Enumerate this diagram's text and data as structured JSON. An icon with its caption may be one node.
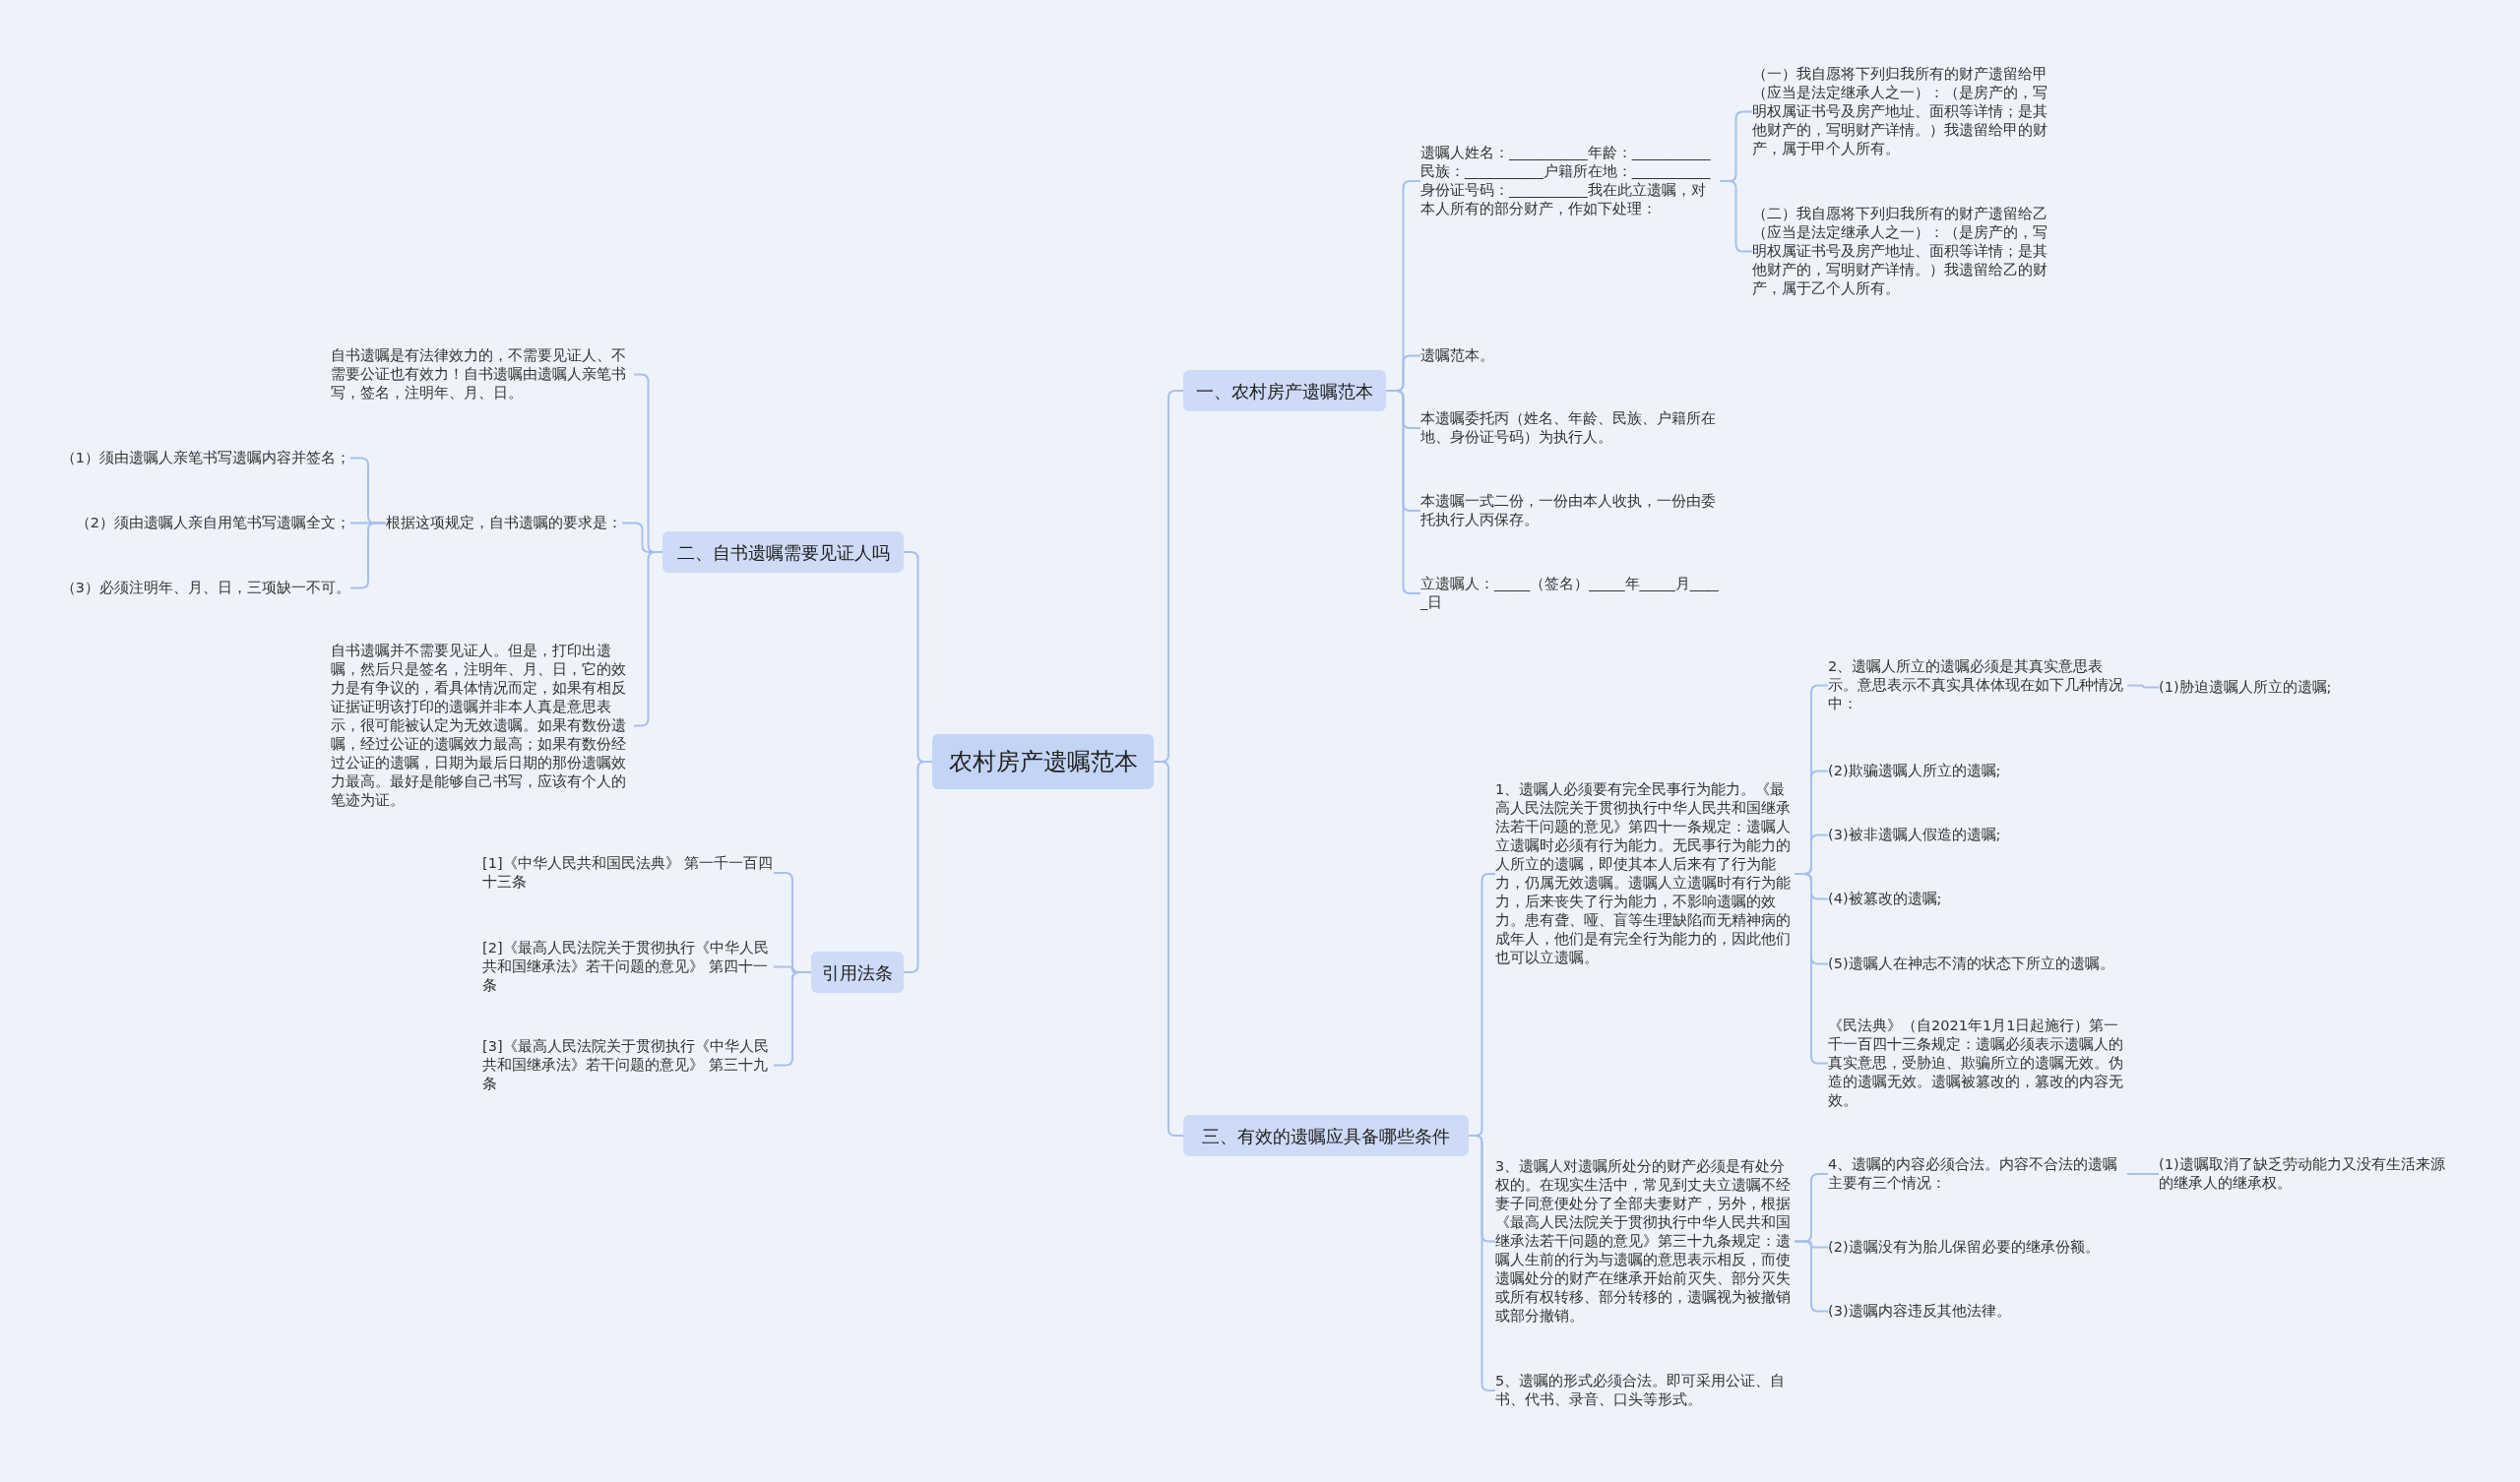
{
  "diagram": {
    "nodes": [
      {
        "text": [
          "农村房产遗嘱范本"
        ]
      },
      {
        "text": [
          "一、农村房产遗嘱范本"
        ]
      },
      {
        "text": [
          "遗嘱人姓名：___________年龄：___________民族：___________户籍所在地：___________身份证号码：___________我在此立遗嘱，对本人所有的部分财产，作如下处理："
        ]
      },
      {
        "text": [
          "（一）我自愿将下列归我所有的财产遗留给甲（应当是法定继承人之一）：（是房产的，写明权属证书号及房产地址、面积等详情；是其他财产的，写明财产详情。）我遗留给甲的财产，属于甲个人所有。"
        ]
      },
      {
        "text": [
          "（二）我自愿将下列归我所有的财产遗留给乙（应当是法定继承人之一）：（是房产的，写明权属证书号及房产地址、面积等详情；是其他财产的，写明财产详情。）我遗留给乙的财产，属于乙个人所有。"
        ]
      },
      {
        "text": [
          "遗嘱范本。"
        ]
      },
      {
        "text": [
          "本遗嘱委托丙（姓名、年龄、民族、户籍所在地、身份证号码）为执行人。"
        ]
      },
      {
        "text": [
          "本遗嘱一式二份，一份由本人收执，一份由委托执行人丙保存。"
        ]
      },
      {
        "text": [
          "立遗嘱人：_____（签名）_____年_____月_____日"
        ]
      },
      {
        "text": [
          "二、自书遗嘱需要见证人吗"
        ]
      },
      {
        "text": [
          "自书遗嘱是有法律效力的，不需要见证人、不需要公证也有效力！自书遗嘱由遗嘱人亲笔书写，签名，注明年、月、日。"
        ]
      },
      {
        "text": [
          "根据这项规定，自书遗嘱的要求是："
        ]
      },
      {
        "text": [
          "（1）须由遗嘱人亲笔书写遗嘱内容并签名；"
        ]
      },
      {
        "text": [
          "（2）须由遗嘱人亲自用笔书写遗嘱全文；"
        ]
      },
      {
        "text": [
          "（3）必须注明年、月、日，三项缺一不可。"
        ]
      },
      {
        "text": [
          "自书遗嘱并不需要见证人。但是，打印出遗嘱，然后只是签名，注明年、月、日，它的效力是有争议的，看具体情况而定，如果有相反证据证明该打印的遗嘱并非本人真是意思表示，很可能被认定为无效遗嘱。如果有数份遗嘱，经过公证的遗嘱效力最高；如果有数份经过公证的遗嘱，日期为最后日期的那份遗嘱效力最高。最好是能够自己书写，应该有个人的笔迹为证。"
        ]
      },
      {
        "text": [
          "引用法条"
        ]
      },
      {
        "text": [
          "[1]《中华人民共和国民法典》 第一千一百四十三条"
        ]
      },
      {
        "text": [
          "[2]《最高人民法院关于贯彻执行《中华人民共和国继承法》若干问题的意见》 第四十一条"
        ]
      },
      {
        "text": [
          "[3]《最高人民法院关于贯彻执行《中华人民共和国继承法》若干问题的意见》 第三十九条"
        ]
      },
      {
        "text": [
          "三、有效的遗嘱应具备哪些条件"
        ]
      },
      {
        "text": [
          "1、遗嘱人必须要有完全民事行为能力。《最高人民法院关于贯彻执行中华人民共和国继承法若干问题的意见》第四十一条规定：遗嘱人立遗嘱时必须有行为能力。无民事行为能力的人所立的遗嘱，即使其本人后来有了行为能力，仍属无效遗嘱。遗嘱人立遗嘱时有行为能力，后来丧失了行为能力，不影响遗嘱的效力。患有聋、哑、盲等生理缺陷而无精神病的成年人，他们是有完全行为能力的，因此他们也可以立遗嘱。"
        ]
      },
      {
        "text": [
          "2、遗嘱人所立的遗嘱必须是其真实意思表示。意思表示不真实具体体现在如下几种情况中："
        ]
      },
      {
        "text": [
          "(1)胁迫遗嘱人所立的遗嘱;"
        ]
      },
      {
        "text": [
          "(2)欺骗遗嘱人所立的遗嘱;"
        ]
      },
      {
        "text": [
          "(3)被非遗嘱人假造的遗嘱;"
        ]
      },
      {
        "text": [
          "(4)被篡改的遗嘱;"
        ]
      },
      {
        "text": [
          "(5)遗嘱人在神志不清的状态下所立的遗嘱。"
        ]
      },
      {
        "text": [
          "《民法典》（自2021年1月1日起施行）第一千一百四十三条规定：遗嘱必须表示遗嘱人的真实意思，受胁迫、欺骗所立的遗嘱无效。伪造的遗嘱无效。遗嘱被篡改的，篡改的内容无效。"
        ]
      },
      {
        "text": [
          "3、遗嘱人对遗嘱所处分的财产必须是有处分权的。在现实生活中，常见到丈夫立遗嘱不经妻子同意便处分了全部夫妻财产，另外，根据《最高人民法院关于贯彻执行中华人民共和国继承法若干问题的意见》第三十九条规定：遗嘱人生前的行为与遗嘱的意思表示相反，而使遗嘱处分的财产在继承开始前灭失、部分灭失或所有权转移、部分转移的，遗嘱视为被撤销或部分撤销。"
        ]
      },
      {
        "text": [
          "4、遗嘱的内容必须合法。内容不合法的遗嘱主要有三个情况："
        ]
      },
      {
        "text": [
          "(1)遗嘱取消了缺乏劳动能力又没有生活来源的继承人的继承权。"
        ]
      },
      {
        "text": [
          "(2)遗嘱没有为胎儿保留必要的继承份额。"
        ]
      },
      {
        "text": [
          "(3)遗嘱内容违反其他法律。"
        ]
      },
      {
        "text": [
          "5、遗嘱的形式必须合法。即可采用公证、自书、代书、录音、口头等形式。"
        ]
      }
    ],
    "edges": [
      {
        "from": 0,
        "to": 1,
        "arrow": "none"
      },
      {
        "from": 1,
        "to": 2,
        "arrow": "none"
      },
      {
        "from": 2,
        "to": 3,
        "arrow": "none"
      },
      {
        "from": 2,
        "to": 4,
        "arrow": "none"
      },
      {
        "from": 1,
        "to": 5,
        "arrow": "none"
      },
      {
        "from": 1,
        "to": 6,
        "arrow": "none"
      },
      {
        "from": 1,
        "to": 7,
        "arrow": "none"
      },
      {
        "from": 1,
        "to": 8,
        "arrow": "none"
      },
      {
        "from": 0,
        "to": 9,
        "arrow": "none"
      },
      {
        "from": 9,
        "to": 10,
        "arrow": "none"
      },
      {
        "from": 9,
        "to": 11,
        "arrow": "none"
      },
      {
        "from": 11,
        "to": 12,
        "arrow": "none"
      },
      {
        "from": 11,
        "to": 13,
        "arrow": "none"
      },
      {
        "from": 11,
        "to": 14,
        "arrow": "none"
      },
      {
        "from": 9,
        "to": 15,
        "arrow": "none"
      },
      {
        "from": 0,
        "to": 16,
        "arrow": "none"
      },
      {
        "from": 16,
        "to": 17,
        "arrow": "none"
      },
      {
        "from": 16,
        "to": 18,
        "arrow": "none"
      },
      {
        "from": 16,
        "to": 19,
        "arrow": "none"
      },
      {
        "from": 0,
        "to": 20,
        "arrow": "none"
      },
      {
        "from": 20,
        "to": 21,
        "arrow": "none"
      },
      {
        "from": 21,
        "to": 22,
        "arrow": "none"
      },
      {
        "from": 22,
        "to": 23,
        "arrow": "none"
      },
      {
        "from": 21,
        "to": 24,
        "arrow": "none"
      },
      {
        "from": 21,
        "to": 25,
        "arrow": "none"
      },
      {
        "from": 21,
        "to": 26,
        "arrow": "none"
      },
      {
        "from": 21,
        "to": 27,
        "arrow": "none"
      },
      {
        "from": 21,
        "to": 28,
        "arrow": "none"
      },
      {
        "from": 20,
        "to": 29,
        "arrow": "none"
      },
      {
        "from": 29,
        "to": 30,
        "arrow": "none"
      },
      {
        "from": 30,
        "to": 31,
        "arrow": "none"
      },
      {
        "from": 29,
        "to": 32,
        "arrow": "none"
      },
      {
        "from": 29,
        "to": 33,
        "arrow": "none"
      },
      {
        "from": 20,
        "to": 34,
        "arrow": "none"
      }
    ]
  }
}
